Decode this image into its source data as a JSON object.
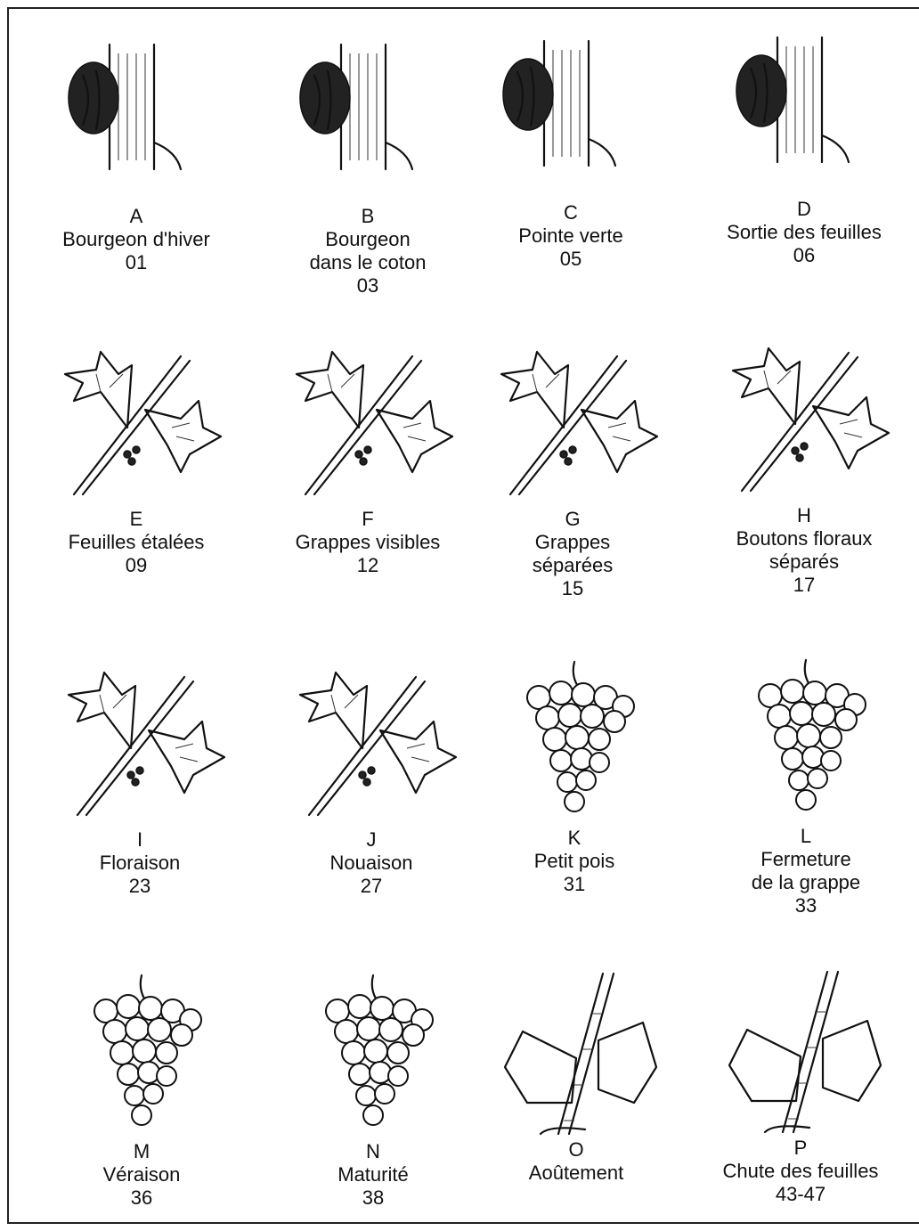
{
  "stages": [
    {
      "letter": "A",
      "name": "Bourgeon d'hiver",
      "code": "01",
      "icon": "winter-bud-icon"
    },
    {
      "letter": "B",
      "name": "Bourgeon\ndans le coton",
      "code": "03",
      "icon": "cotton-bud-icon"
    },
    {
      "letter": "C",
      "name": "Pointe verte",
      "code": "05",
      "icon": "green-tip-icon"
    },
    {
      "letter": "D",
      "name": "Sortie des feuilles",
      "code": "06",
      "icon": "leaf-emergence-icon"
    },
    {
      "letter": "E",
      "name": "Feuilles étalées",
      "code": "09",
      "icon": "spread-leaves-icon"
    },
    {
      "letter": "F",
      "name": "Grappes visibles",
      "code": "12",
      "icon": "visible-clusters-icon"
    },
    {
      "letter": "G",
      "name": "Grappes\nséparées",
      "code": "15",
      "icon": "separated-clusters-icon"
    },
    {
      "letter": "H",
      "name": "Boutons floraux\nséparés",
      "code": "17",
      "icon": "flower-buds-icon"
    },
    {
      "letter": "I",
      "name": "Floraison",
      "code": "23",
      "icon": "flowering-icon"
    },
    {
      "letter": "J",
      "name": "Nouaison",
      "code": "27",
      "icon": "fruit-set-icon"
    },
    {
      "letter": "K",
      "name": "Petit pois",
      "code": "31",
      "icon": "pea-size-cluster-icon"
    },
    {
      "letter": "L",
      "name": "Fermeture\nde la grappe",
      "code": "33",
      "icon": "bunch-closure-icon"
    },
    {
      "letter": "M",
      "name": "Véraison",
      "code": "36",
      "icon": "veraison-cluster-icon"
    },
    {
      "letter": "N",
      "name": "Maturité",
      "code": "38",
      "icon": "mature-cluster-icon"
    },
    {
      "letter": "O",
      "name": "Aoûtement",
      "code": "",
      "icon": "wood-ripening-icon"
    },
    {
      "letter": "P",
      "name": "Chute des feuilles",
      "code": "43-47",
      "icon": "leaf-fall-icon"
    }
  ]
}
